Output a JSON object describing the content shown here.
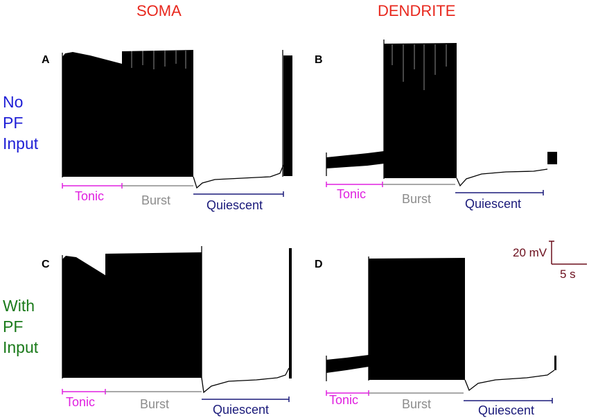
{
  "columns": {
    "left": "SOMA",
    "right": "DENDRITE"
  },
  "rows": {
    "top": [
      "No",
      "PF",
      "Input"
    ],
    "bottom": [
      "With",
      "PF",
      "Input"
    ]
  },
  "panels": {
    "A": {
      "letter": "A",
      "segments": {
        "tonic": "Tonic",
        "burst": "Burst",
        "quiescent": "Quiescent"
      }
    },
    "B": {
      "letter": "B",
      "segments": {
        "tonic": "Tonic",
        "burst": "Burst",
        "quiescent": "Quiescent"
      }
    },
    "C": {
      "letter": "C",
      "segments": {
        "tonic": "Tonic",
        "burst": "Burst",
        "quiescent": "Quiescent"
      }
    },
    "D": {
      "letter": "D",
      "segments": {
        "tonic": "Tonic",
        "burst": "Burst",
        "quiescent": "Quiescent"
      }
    }
  },
  "scale_bar": {
    "voltage": "20 mV",
    "time": "5 s"
  },
  "colors": {
    "title": "#e8281e",
    "no_input": "#1f1fd6",
    "with_input": "#1a7a1a",
    "tonic": "#e020e0",
    "burst": "#8c8c8c",
    "quiescent": "#1a1a7a",
    "scale": "#6b0e1c"
  }
}
